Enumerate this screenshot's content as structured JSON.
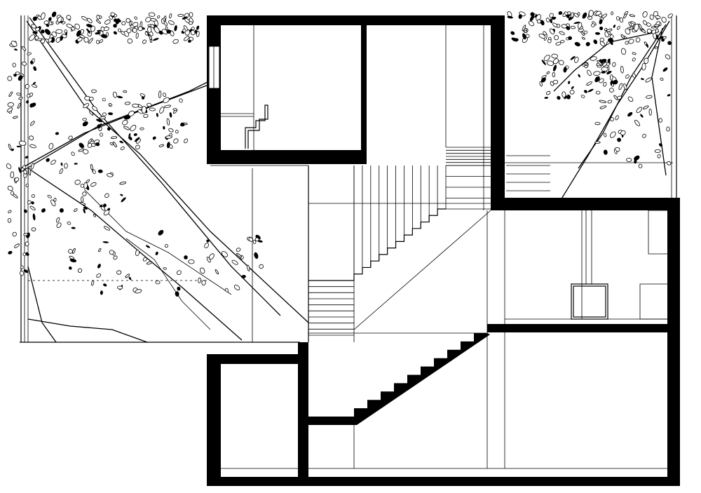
{
  "drawing": {
    "kind": "architectural-section",
    "colors": {
      "ink": "#000000",
      "paper": "#ffffff"
    },
    "elements": [
      "concrete-walls",
      "slabs",
      "stairs",
      "trees-left",
      "trees-right"
    ]
  }
}
